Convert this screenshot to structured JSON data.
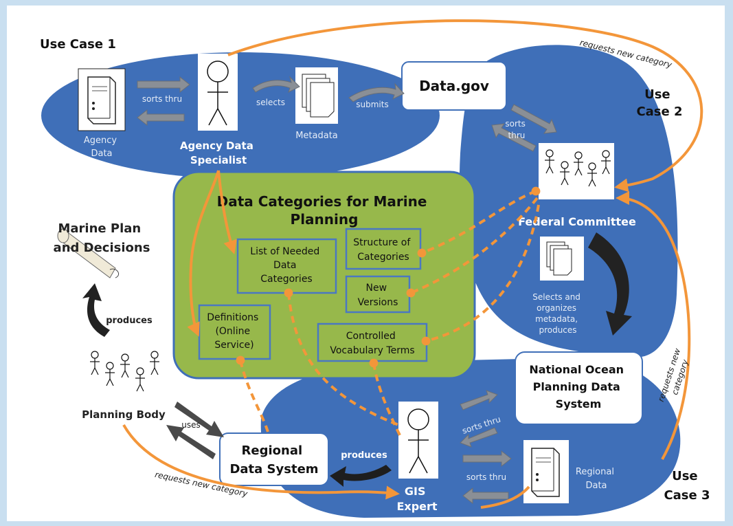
{
  "use_cases": [
    "Use Case 1",
    "Use Case 2",
    "Use Case 3"
  ],
  "use_case_2": [
    "Use",
    "Case 2"
  ],
  "use_case_3": [
    "Use",
    "Case 3"
  ],
  "agency_data": [
    "Agency",
    "Data"
  ],
  "agency_specialist": [
    "Agency Data",
    "Specialist"
  ],
  "metadata": "Metadata",
  "data_gov": "Data.gov",
  "federal_committee": "Federal Committee",
  "fc_action": [
    "Selects and",
    "organizes",
    "metadata,",
    "produces"
  ],
  "central_title": [
    "Data Categories for Marine",
    "Planning"
  ],
  "boxes": {
    "needed": [
      "List of Needed",
      "Data",
      "Categories"
    ],
    "structure": [
      "Structure of",
      "Categories"
    ],
    "versions": [
      "New",
      "Versions"
    ],
    "definitions": [
      "Definitions",
      "(Online",
      "Service)"
    ],
    "vocab": [
      "Controlled",
      "Vocabulary Terms"
    ]
  },
  "marine_plan": [
    "Marine Plan",
    "and Decisions"
  ],
  "planning_body": "Planning Body",
  "national": [
    "National Ocean",
    "Planning Data",
    "System"
  ],
  "regional_system": [
    "Regional",
    "Data System"
  ],
  "gis_expert": [
    "GIS",
    "Expert"
  ],
  "regional_data": [
    "Regional",
    "Data"
  ],
  "edge_labels": {
    "sorts_thru": "sorts thru",
    "sorts_thru_split": [
      "sorts",
      "thru"
    ],
    "selects": "selects",
    "submits": "submits",
    "produces": "produces",
    "uses": "uses",
    "requests_new_category": "requests new category",
    "requests_split": [
      "requests new",
      "category"
    ]
  },
  "colors": {
    "blue": "#3f6fb8",
    "green": "#97b84b",
    "orange": "#f3963a",
    "box_blue": "#4a78c2",
    "background": "#c9dff0"
  }
}
